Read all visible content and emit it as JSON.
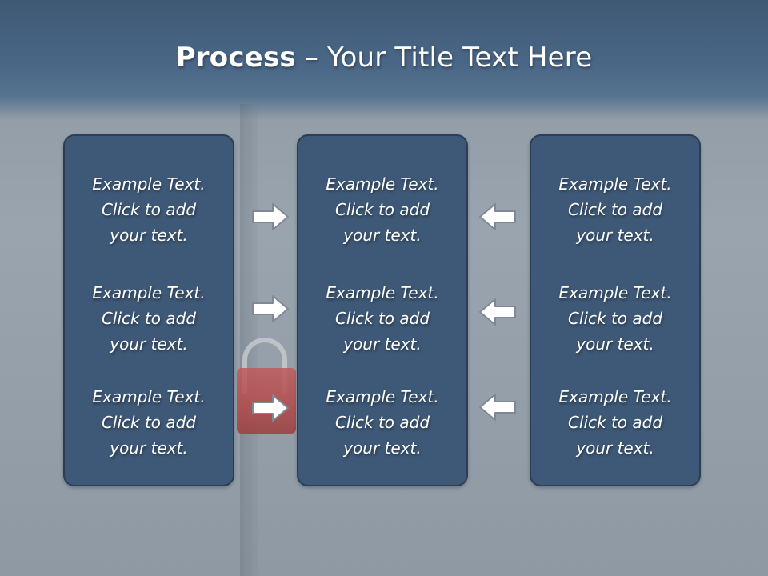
{
  "title": {
    "bold": "Process",
    "rest": " – Your Title Text Here"
  },
  "columns": {
    "left": {
      "items": [
        "Example Text.\nClick  to add\nyour text.",
        "Example Text.\nClick  to add\nyour text.",
        "Example Text.\nClick  to add\nyour text."
      ]
    },
    "center": {
      "items": [
        "Example Text.\nClick  to add\nyour text.",
        "Example Text.\nClick  to add\nyour text.",
        "Example Text.\nClick  to add\nyour text."
      ]
    },
    "right": {
      "items": [
        "Example Text.\nClick  to add\nyour text.",
        "Example Text.\nClick  to add\nyour text.",
        "Example Text.\nClick  to add\nyour text."
      ]
    }
  },
  "arrows": {
    "left_to_center": [
      "arrow-right-icon",
      "arrow-right-icon",
      "arrow-right-icon"
    ],
    "right_to_center": [
      "arrow-left-icon",
      "arrow-left-icon",
      "arrow-left-icon"
    ]
  },
  "colors": {
    "box_fill": "#3e5977",
    "header": "#4a6787",
    "arrow_fill": "#ffffff",
    "arrow_stroke": "#7f8894"
  }
}
